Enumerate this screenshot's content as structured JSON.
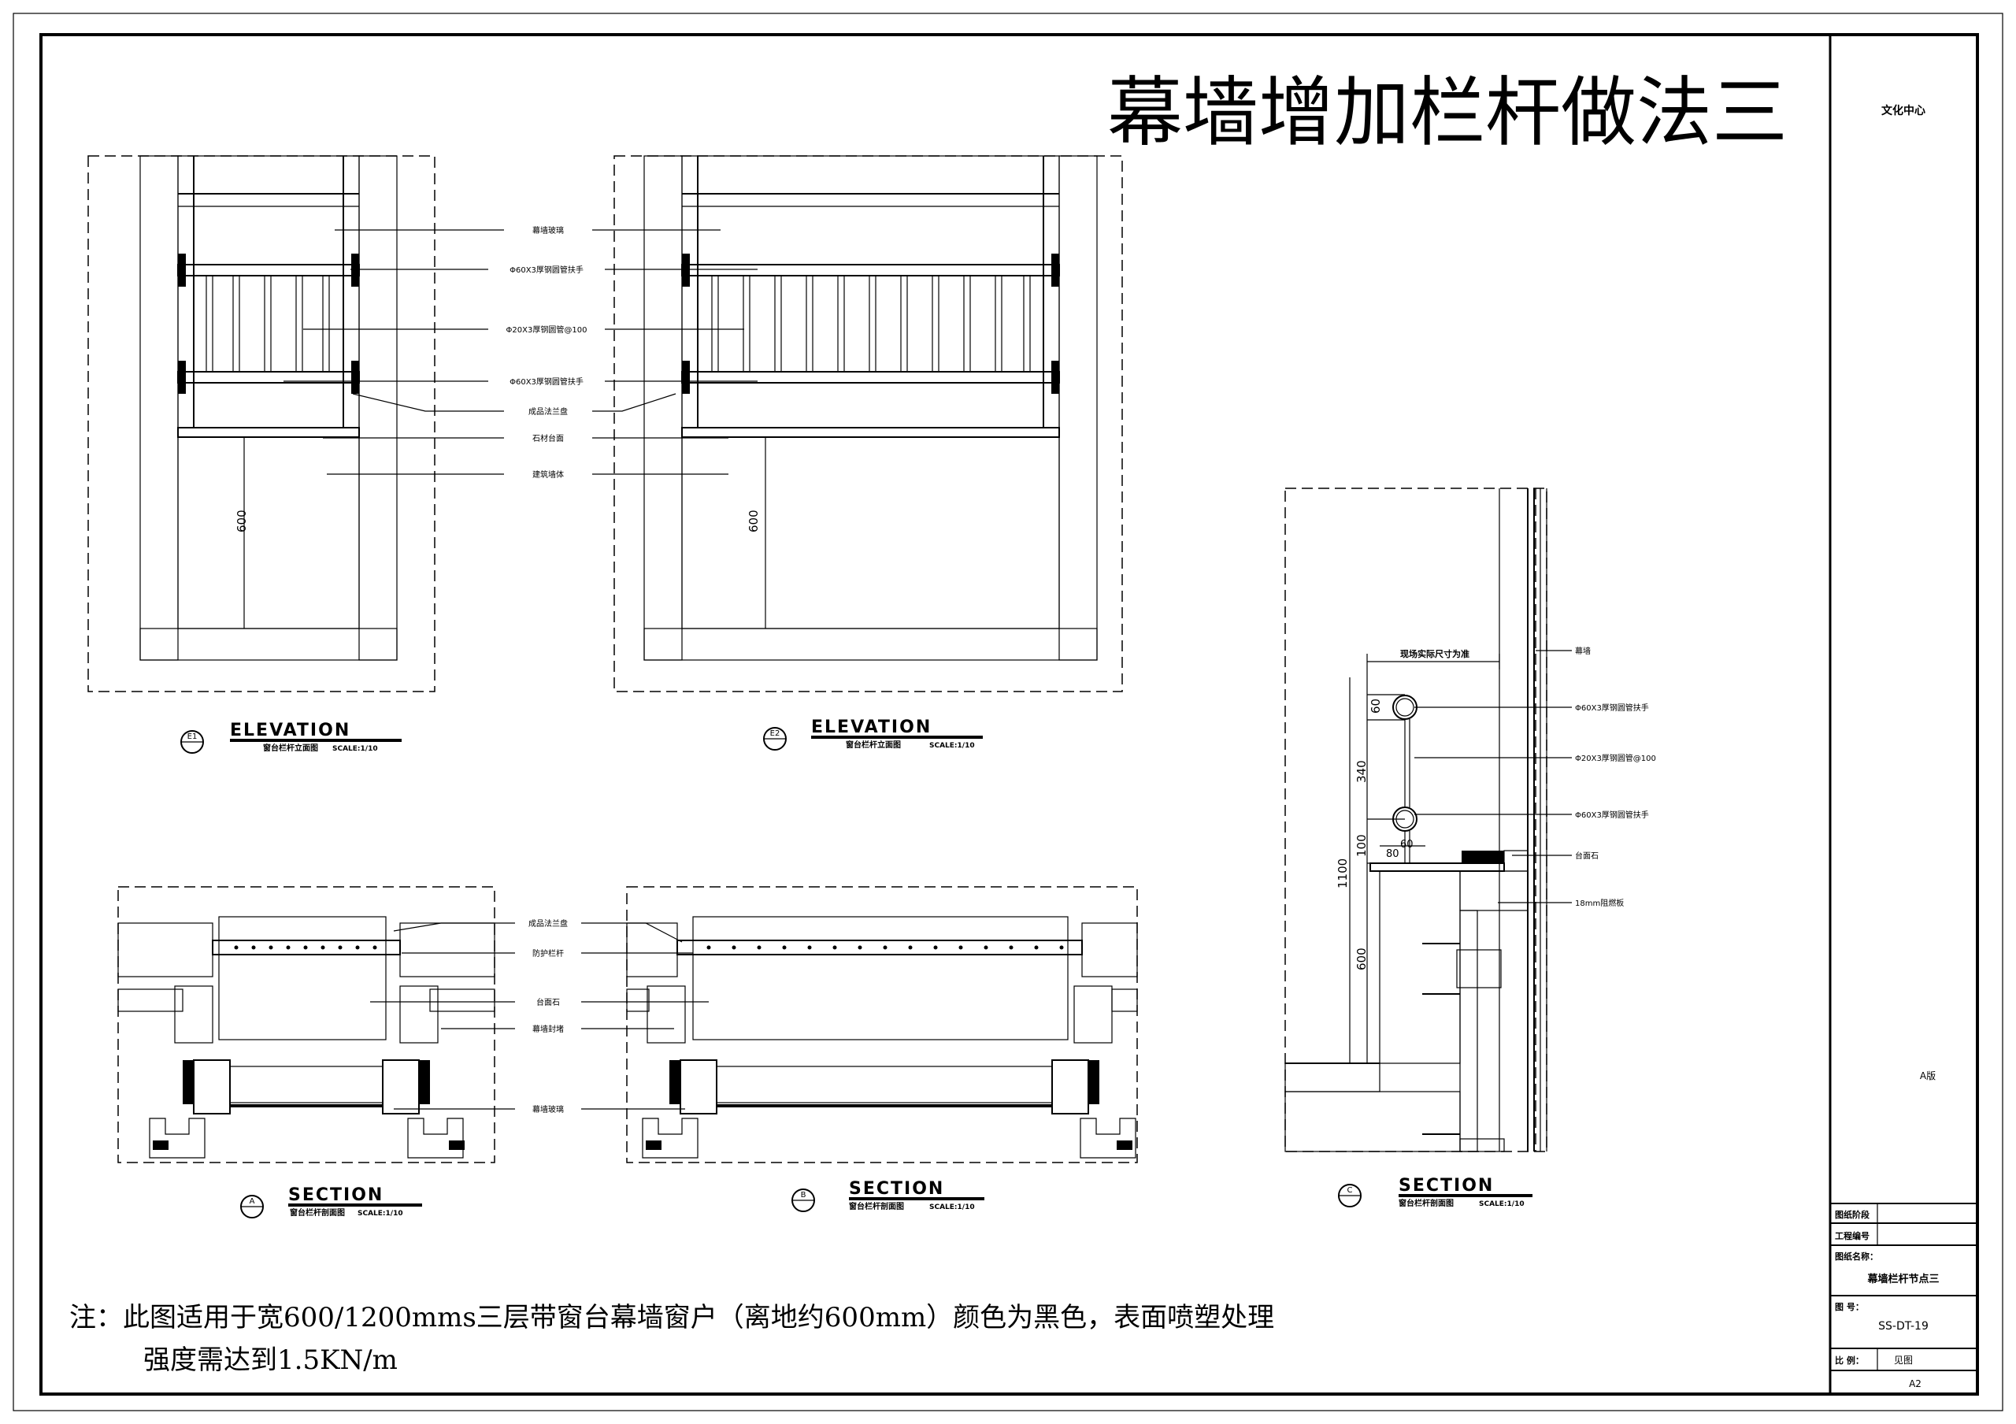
{
  "title": "幕墙增加栏杆做法三",
  "note": {
    "line1": "注：此图适用于宽600/1200mms三层带窗台幕墙窗户（离地约600mm）颜色为黑色，表面喷塑处理",
    "line2": "强度需达到1.5KN/m"
  },
  "title_block": {
    "project": "文化中心",
    "version": "A版",
    "stage_label": "图纸阶段",
    "project_no_label": "工程编号",
    "drawing_name_label": "图纸名称：",
    "drawing_name": "幕墙栏杆节点三",
    "drawing_no_label": "图 号：",
    "drawing_no": "SS-DT-19",
    "scale_label": "比 例：",
    "scale_value": "见图",
    "sheet_size": "A2"
  },
  "elevation_labels": [
    "幕墙玻璃",
    "Φ60X3厚钢圆管扶手",
    "Φ20X3厚钢圆管@100",
    "Φ60X3厚钢圆管扶手",
    "成品法兰盘",
    "石材台面",
    "建筑墙体"
  ],
  "section_ab_labels": [
    "成品法兰盘",
    "防护栏杆",
    "台面石",
    "幕墙封堵",
    "幕墙玻璃"
  ],
  "section_c_labels": {
    "field_dim": "现场实际尺寸为准",
    "curtain_wall": "幕墙",
    "handrail_top": "Φ60X3厚钢圆管扶手",
    "baluster": "Φ20X3厚钢圆管@100",
    "handrail_bottom": "Φ60X3厚钢圆管扶手",
    "stone": "台面石",
    "board": "18mm阻燃板"
  },
  "dims": {
    "elev_600": "600",
    "c_60_top": "60",
    "c_340": "340",
    "c_100": "100",
    "c_1100": "1100",
    "c_600": "600",
    "c_80": "80",
    "c_60_bottom": "60"
  },
  "views": {
    "e1": {
      "id": "E1",
      "type": "ELEVATION",
      "name": "窗台栏杆立面图",
      "scale": "SCALE:1/10"
    },
    "e2": {
      "id": "E2",
      "type": "ELEVATION",
      "name": "窗台栏杆立面图",
      "scale": "SCALE:1/10"
    },
    "a": {
      "id": "A",
      "type": "SECTION",
      "name": "窗台栏杆剖面图",
      "scale": "SCALE:1/10"
    },
    "b": {
      "id": "B",
      "type": "SECTION",
      "name": "窗台栏杆剖面图",
      "scale": "SCALE:1/10"
    },
    "c": {
      "id": "C",
      "type": "SECTION",
      "name": "窗台栏杆剖面图",
      "scale": "SCALE:1/10"
    }
  }
}
